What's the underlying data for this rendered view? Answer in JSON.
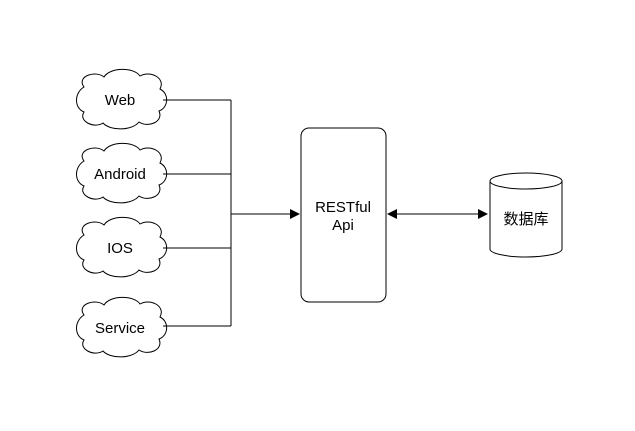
{
  "diagram": {
    "clients": [
      {
        "id": "web",
        "label": "Web"
      },
      {
        "id": "android",
        "label": "Android"
      },
      {
        "id": "ios",
        "label": "IOS"
      },
      {
        "id": "service",
        "label": "Service"
      }
    ],
    "api": {
      "line1": "RESTful",
      "line2": "Api"
    },
    "database": {
      "label": "数据库"
    }
  }
}
